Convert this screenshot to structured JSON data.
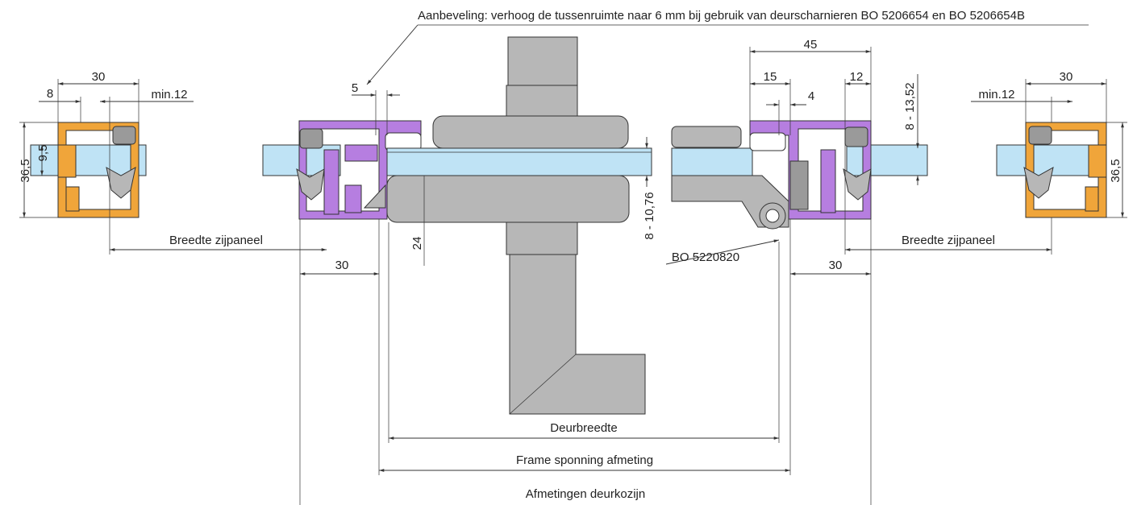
{
  "labels": {
    "recommendation": "Aanbeveling: verhoog de tussenruimte naar 6 mm bij gebruik van deurscharnieren BO 5206654 en BO 5206654B",
    "side_panel_width_left": "Breedte zijpaneel",
    "side_panel_width_right": "Breedte zijpaneel",
    "door_width": "Deurbreedte",
    "frame_rebate": "Frame sponning afmeting",
    "door_frame_dims": "Afmetingen deurkozijn",
    "hinge_part": "BO 5220820"
  },
  "dimensions": {
    "left_profile_width": "30",
    "left_profile_offset": "8",
    "left_min": "min.12",
    "left_height": "36,5",
    "left_glass": "9,5",
    "frame_gap": "5",
    "left_frame_width": "30",
    "depth": "24",
    "glass_range": "8 - 10,76",
    "total_45": "45",
    "part_15": "15",
    "part_12": "12",
    "part_4": "4",
    "right_glass_range": "8 - 13,52",
    "right_frame_width": "30",
    "right_profile_width": "30",
    "right_min": "min.12",
    "right_height": "36,5"
  },
  "colors": {
    "profile_purple": "#b67ee0",
    "profile_orange": "#f0a53a",
    "glass": "#bfe3f5",
    "fitting_grey": "#b7b7b7"
  }
}
